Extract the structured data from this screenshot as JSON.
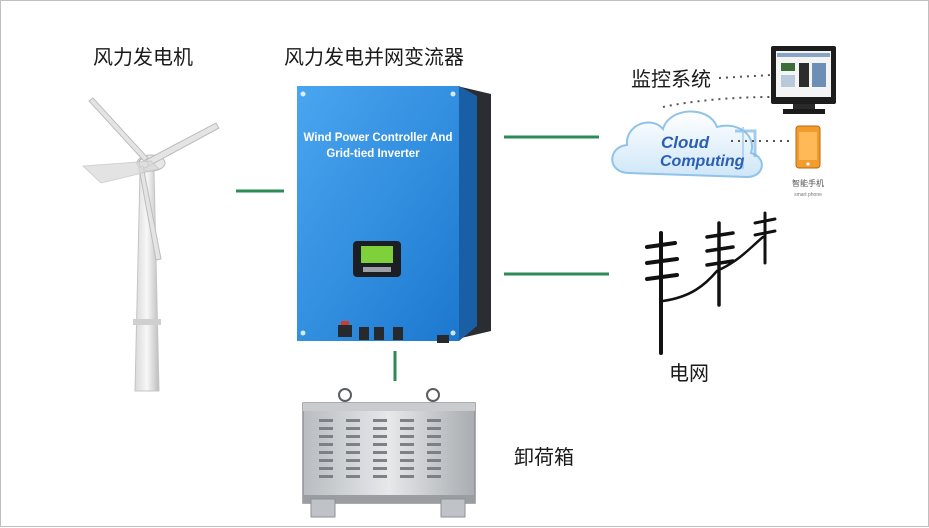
{
  "labels": {
    "wind_turbine": "风力发电机",
    "inverter": "风力发电并网变流器",
    "monitoring": "监控系统",
    "grid": "电网",
    "dump_load": "卸荷箱"
  },
  "inverter_panel": {
    "line1": "Wind Power Controller And",
    "line2": "Grid-tied Inverter",
    "color": "#2e8fe0"
  },
  "cloud": {
    "line1": "Cloud",
    "line2": "Computing"
  },
  "phone": {
    "label": "智能手机",
    "sublabel": "smart phone"
  },
  "connector_color": "#2e8b57"
}
